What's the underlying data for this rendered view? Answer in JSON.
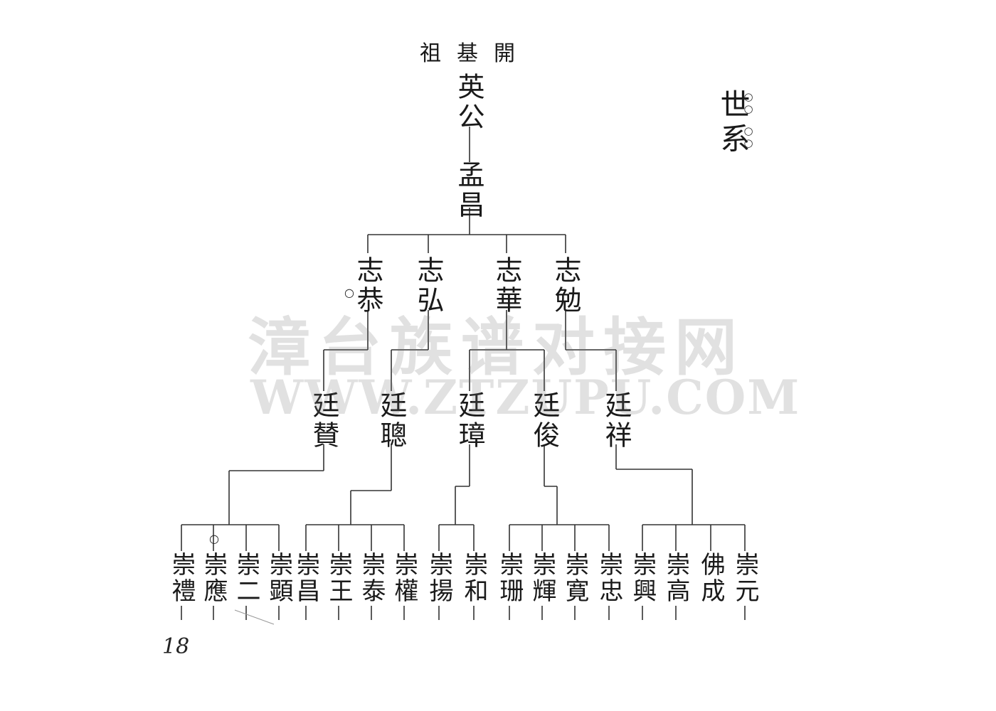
{
  "header_title": "開基祖",
  "section_title": "世系",
  "section_marks": [
    "○",
    "○",
    "○",
    "○"
  ],
  "page_number": "18",
  "watermark": {
    "chinese": "漳台族谱对接网",
    "latin": "WWW.ZTZUPU.COM"
  },
  "tree": {
    "gen1": "英公",
    "gen2": "孟昌",
    "gen3": [
      "志恭",
      "志弘",
      "志華",
      "志勉"
    ],
    "gen4": [
      "廷賛",
      "廷聰",
      "廷璋",
      "廷俊",
      "廷祥"
    ],
    "gen5": [
      "崇禮",
      "崇應",
      "崇二",
      "崇顕",
      "崇昌",
      "崇王",
      "崇泰",
      "崇權",
      "崇揚",
      "崇和",
      "崇珊",
      "崇輝",
      "崇寛",
      "崇忠",
      "崇興",
      "崇高",
      "佛成",
      "崇元"
    ]
  },
  "annotations": {
    "gen3_mark": "○",
    "gen5_mark": "○"
  }
}
